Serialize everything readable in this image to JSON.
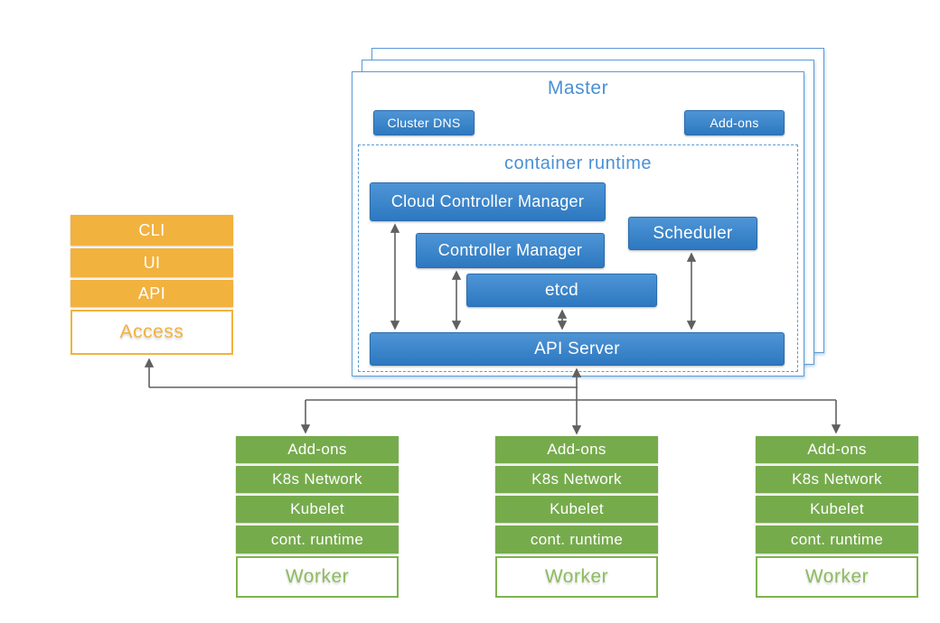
{
  "diagram": {
    "master": {
      "title": "Master",
      "badges": {
        "dns": "Cluster DNS",
        "addons": "Add-ons"
      },
      "runtime": {
        "title": "container runtime",
        "components": {
          "ccm": "Cloud Controller Manager",
          "cm": "Controller Manager",
          "scheduler": "Scheduler",
          "etcd": "etcd",
          "api_server": "API Server"
        }
      }
    },
    "access": {
      "rows": [
        "CLI",
        "UI",
        "API"
      ],
      "label": "Access"
    },
    "workers": [
      {
        "rows": [
          "Add-ons",
          "K8s Network",
          "Kubelet",
          "cont. runtime"
        ],
        "label": "Worker"
      },
      {
        "rows": [
          "Add-ons",
          "K8s Network",
          "Kubelet",
          "cont. runtime"
        ],
        "label": "Worker"
      },
      {
        "rows": [
          "Add-ons",
          "K8s Network",
          "Kubelet",
          "cont. runtime"
        ],
        "label": "Worker"
      }
    ],
    "colors": {
      "blue_top": "#4e95d6",
      "blue_bottom": "#2d78c0",
      "blue_border": "#2a6cae",
      "blue_text": "#4a90d5",
      "panel_border": "#5b9bd5",
      "orange": "#f2b23e",
      "green": "#76ab4c",
      "green_border": "#7fb24f",
      "green_text": "#8cbd5e",
      "gray_line": "#606060"
    }
  }
}
